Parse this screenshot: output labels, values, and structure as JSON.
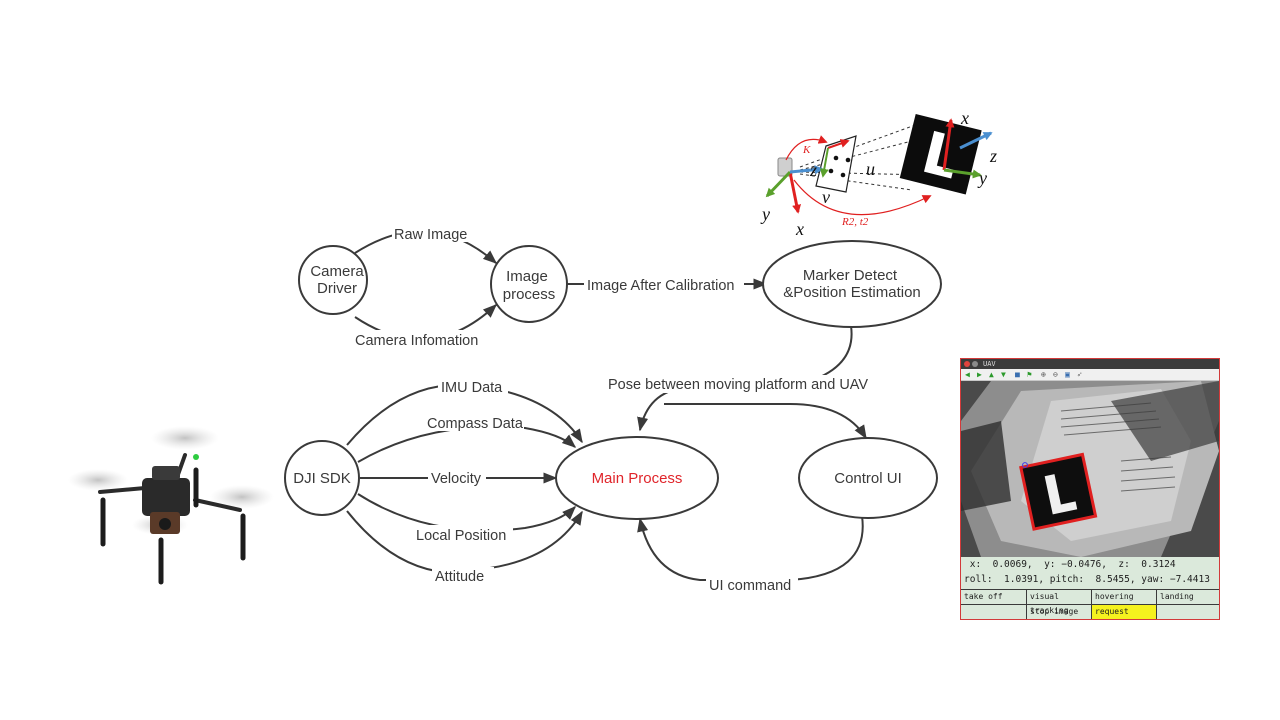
{
  "nodes": {
    "camera_driver": [
      "Camera",
      "Driver"
    ],
    "image_process": [
      "Image",
      "process"
    ],
    "marker_detect": [
      "Marker Detect",
      "&Position Estimation"
    ],
    "dji_sdk": "DJI SDK",
    "main_process": "Main Process",
    "control_ui": "Control UI"
  },
  "edges": {
    "raw_image": "Raw Image",
    "camera_information": "Camera Infomation",
    "image_after_calibration": "Image After Calibration",
    "pose": "Pose between moving platform and UAV",
    "imu_data": "IMU Data",
    "compass_data": "Compass Data",
    "velocity": "Velocity",
    "local_position": "Local Position",
    "attitude": "Attitude",
    "ui_command": "UI command"
  },
  "coord_diagram": {
    "cam_x": "x",
    "cam_y": "y",
    "cam_z": "z",
    "marker_x": "x",
    "marker_y": "y",
    "marker_z": "z",
    "u": "u",
    "v": "v",
    "k": "K",
    "r2t2": "R2, t2"
  },
  "uav_window": {
    "title": "UAV",
    "readout_line1": " x:  0.0069,  y: −0.0476,  z:  0.3124",
    "readout_line2": "roll:  1.0391, pitch:  8.5455, yaw: −7.4413",
    "buttons": {
      "take_off": "take off",
      "visual_tracking": "visual tracking",
      "hovering": "hovering",
      "landing": "landing",
      "stop_image": "stop image",
      "request_image": "request image"
    }
  },
  "colors": {
    "main_process_text": "#e0252b",
    "stroke": "#3a3a3a",
    "axis_red": "#e02020",
    "axis_green": "#5aa02c",
    "axis_blue": "#4a8fd0",
    "request_image_bg": "#f5f21e",
    "uav_panel_bg": "#dbe9db"
  },
  "icons": {
    "drone": "quadcopter-drone-image",
    "marker": "l-marker-fiducial"
  }
}
